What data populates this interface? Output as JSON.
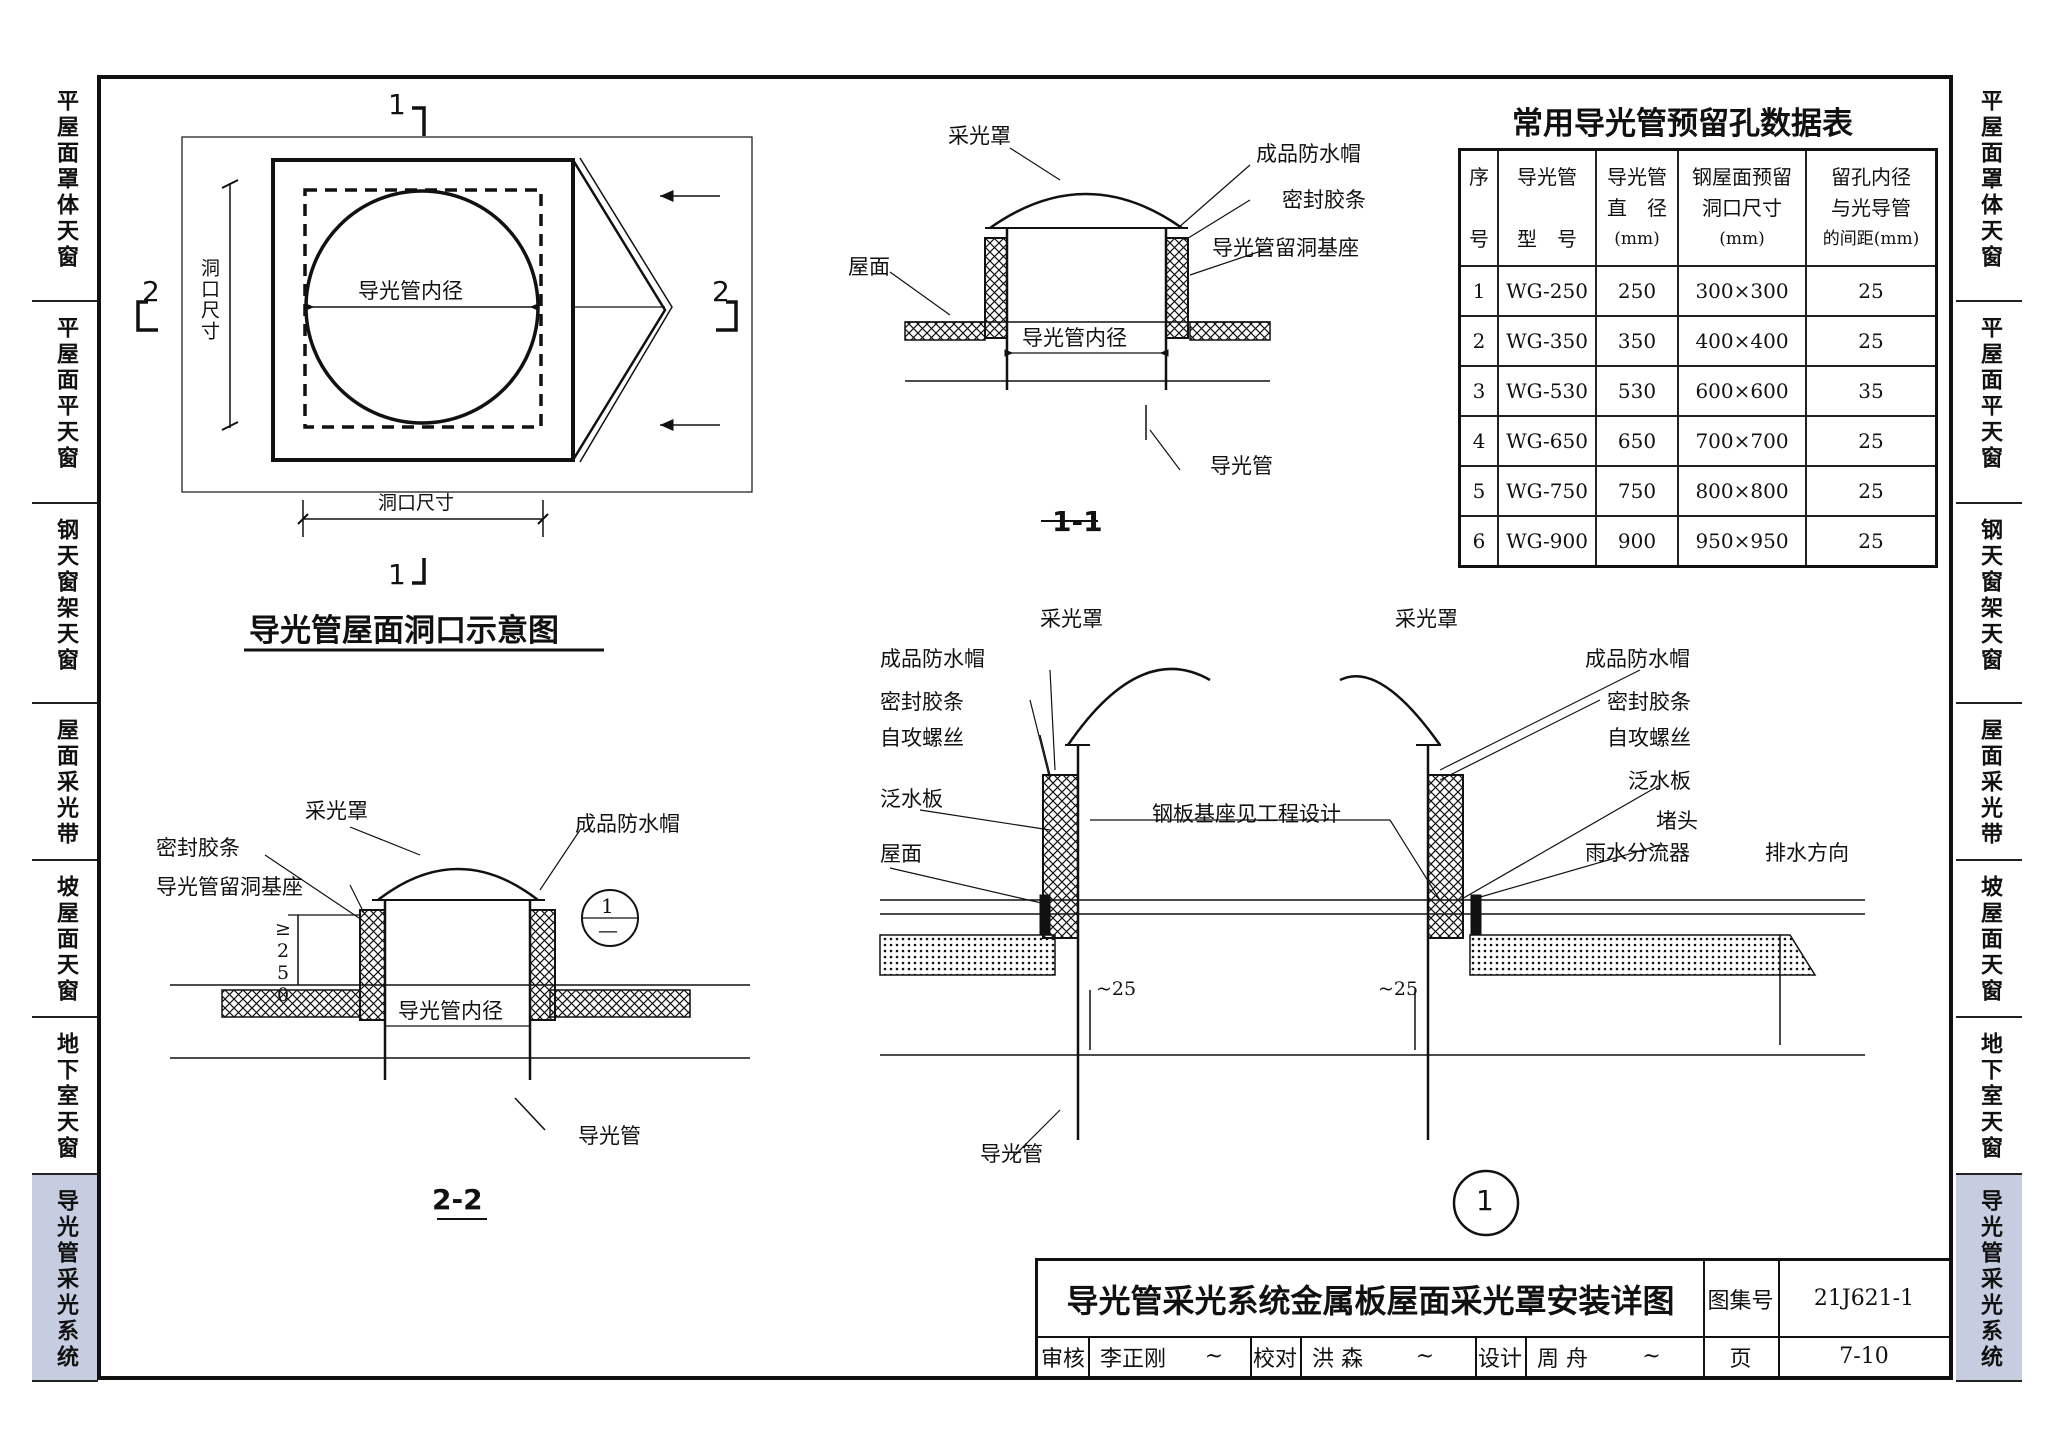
{
  "side_tabs": [
    {
      "label": "平屋面罩体天窗",
      "active": false
    },
    {
      "label": "平屋面平天窗",
      "active": false
    },
    {
      "label": "钢天窗架天窗",
      "active": false
    },
    {
      "label": "屋面采光带",
      "active": false
    },
    {
      "label": "坡屋面天窗",
      "active": false
    },
    {
      "label": "地下室天窗",
      "active": false
    },
    {
      "label": "导光管采光系统",
      "active": true
    }
  ],
  "plan": {
    "title": "导光管屋面洞口示意图",
    "inner_dia_label": "导光管内径",
    "opening_v_label": "洞口尺寸",
    "opening_h_label": "洞口尺寸",
    "cut1_top": "1",
    "cut1_bottom": "1",
    "cut2_left": "2",
    "cut2_right": "2"
  },
  "section_1_1": {
    "title": "1-1",
    "labels": {
      "dome": "采光罩",
      "cap": "成品防水帽",
      "seal": "密封胶条",
      "base": "导光管留洞基座",
      "roof": "屋面",
      "inner": "导光管内径",
      "tube": "导光管"
    }
  },
  "section_2_2": {
    "title": "2-2",
    "labels": {
      "dome": "采光罩",
      "cap": "成品防水帽",
      "seal": "密封胶条",
      "base": "导光管留洞基座",
      "height": "≥250",
      "inner": "导光管内径",
      "tube": "导光管",
      "ref_top": "1",
      "ref_bottom": "—"
    }
  },
  "detail_1": {
    "number": "1",
    "labels": {
      "dome_l": "采光罩",
      "dome_r": "采光罩",
      "cap_l": "成品防水帽",
      "cap_r": "成品防水帽",
      "seal_l": "密封胶条",
      "seal_r": "密封胶条",
      "screw_l": "自攻螺丝",
      "screw_r": "自攻螺丝",
      "flash_l": "泛水板",
      "flash_r": "泛水板",
      "roof": "屋面",
      "steel_base": "钢板基座见工程设计",
      "plug": "堵头",
      "diverter": "雨水分流器",
      "drain_dir": "排水方向",
      "gap_l": "~25",
      "gap_r": "~25",
      "tube": "导光管"
    }
  },
  "table": {
    "title": "常用导光管预留孔数据表",
    "headers": [
      [
        "序",
        "号"
      ],
      [
        "导光管",
        "型　号"
      ],
      [
        "导光管",
        "直　径",
        "(mm)"
      ],
      [
        "钢屋面预留",
        "洞口尺寸",
        "(mm)"
      ],
      [
        "留孔内径",
        "与光导管",
        "的间距(mm)"
      ]
    ],
    "rows": [
      [
        "1",
        "WG-250",
        "250",
        "300×300",
        "25"
      ],
      [
        "2",
        "WG-350",
        "350",
        "400×400",
        "25"
      ],
      [
        "3",
        "WG-530",
        "530",
        "600×600",
        "35"
      ],
      [
        "4",
        "WG-650",
        "650",
        "700×700",
        "25"
      ],
      [
        "5",
        "WG-750",
        "750",
        "800×800",
        "25"
      ],
      [
        "6",
        "WG-900",
        "900",
        "950×950",
        "25"
      ]
    ]
  },
  "title_block": {
    "title": "导光管采光系统金属板屋面采光罩安装详图",
    "atlas_label": "图集号",
    "atlas_no": "21J621-1",
    "page_label": "页",
    "page_no": "7-10",
    "review_label": "审核",
    "reviewer": "李正刚",
    "check_label": "校对",
    "checker": "洪 森",
    "design_label": "设计",
    "designer": "周 舟"
  }
}
